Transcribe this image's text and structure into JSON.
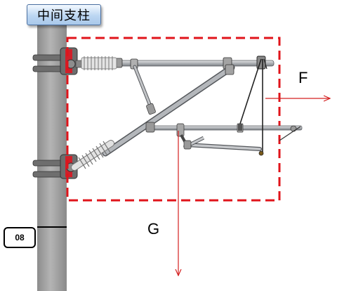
{
  "title": "中间支柱",
  "pole_number": "08",
  "force_labels": {
    "horizontal": "F",
    "vertical": "G"
  },
  "colors": {
    "pole": "#a9a9a9",
    "steel": "#b7b9bc",
    "boundary": "#e0141b",
    "arrow": "#d42020",
    "insulator": "#d9d9d9",
    "title_fill": "#bcd6f2"
  }
}
